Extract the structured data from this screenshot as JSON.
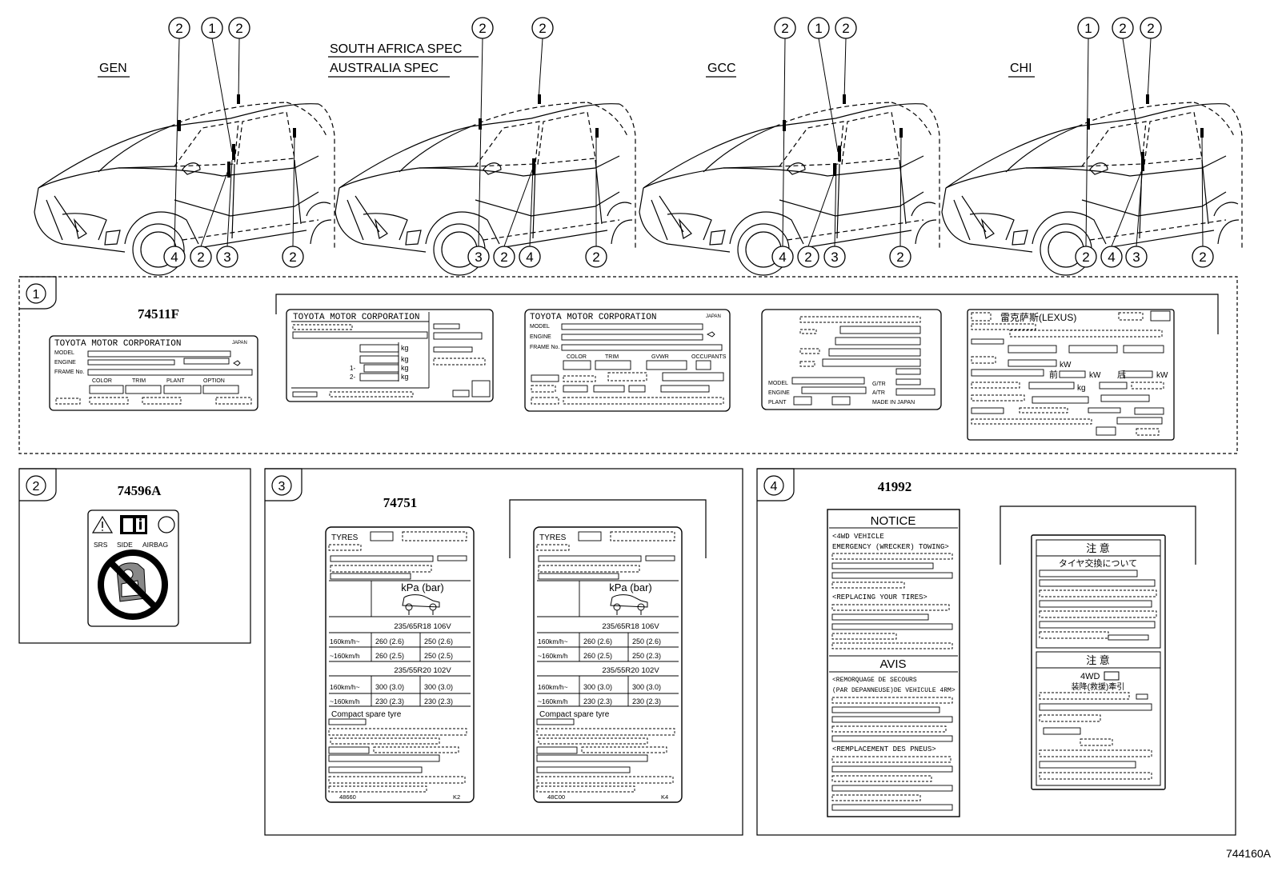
{
  "diagram_id": "744160A",
  "region_labels": {
    "gen": "GEN",
    "sa_line1": "SOUTH AFRICA SPEC",
    "sa_line2": "AUSTRALIA SPEC",
    "gcc": "GCC",
    "chi": "CHI"
  },
  "callouts": {
    "gen_top": [
      "2",
      "1",
      "2"
    ],
    "gen_bottom": [
      "4",
      "2",
      "3",
      "2"
    ],
    "sa_top": [
      "2",
      "2"
    ],
    "sa_bottom": [
      "3",
      "2",
      "4",
      "2"
    ],
    "gcc_top": [
      "2",
      "1",
      "2"
    ],
    "gcc_bottom": [
      "4",
      "2",
      "3",
      "2"
    ],
    "chi_top": [
      "1",
      "2",
      "2"
    ],
    "chi_bottom": [
      "2",
      "4",
      "3",
      "2"
    ]
  },
  "panels": {
    "p1": {
      "num": "1",
      "part": "74511F"
    },
    "p2": {
      "num": "2",
      "part": "74596A"
    },
    "p3": {
      "num": "3",
      "part": "74751"
    },
    "p4": {
      "num": "4",
      "part": "41992"
    }
  },
  "plate_gen": {
    "header": "TOYOTA MOTOR CORPORATION",
    "japan": "JAPAN",
    "model": "MODEL",
    "engine": "ENGINE",
    "frame": "FRAME No.",
    "color": "COLOR",
    "trim": "TRIM",
    "plant": "PLANT",
    "option": "OPTION"
  },
  "plate_b": {
    "header": "TOYOTA MOTOR CORPORATION",
    "kg1": "kg",
    "kg2": "kg",
    "kg3": "kg",
    "kg4": "kg",
    "k1": "1-",
    "k2": "2-"
  },
  "plate_c": {
    "header": "TOYOTA MOTOR CORPORATION",
    "japan": "JAPAN",
    "model": "MODEL",
    "engine": "ENGINE",
    "frame": "FRAME No.",
    "color": "COLOR",
    "trim": "TRIM",
    "gvwr": "GVWR",
    "occupants": "OCCUPANTS"
  },
  "plate_d": {
    "model": "MODEL",
    "engine": "ENGINE",
    "plant": "PLANT",
    "gtr": "G/TR",
    "atr": "A/TR",
    "made": "MADE IN JAPAN"
  },
  "plate_chi": {
    "header": "雷克萨斯(LEXUS)",
    "kw": "kW",
    "front": "前",
    "kw2": "kW",
    "rear": "后",
    "kw3": "kW",
    "kg": "kg"
  },
  "airbag": {
    "srs": "SRS",
    "side": "SIDE",
    "airbag": "AIRBAG"
  },
  "tyre_a": {
    "tyres": "TYRES",
    "unit": "kPa (bar)",
    "size1": "235/65R18  106V",
    "row1_label": "160km/h~",
    "row1_a": "260 (2.6)",
    "row1_b": "250 (2.6)",
    "row2_label": "~160km/h",
    "row2_a": "260 (2.5)",
    "row2_b": "250 (2.5)",
    "size2": "235/55R20  102V",
    "row3_label": "160km/h~",
    "row3_a": "300 (3.0)",
    "row3_b": "300 (3.0)",
    "row4_label": "~160km/h",
    "row4_a": "230 (2.3)",
    "row4_b": "230 (2.3)",
    "spare": "Compact  spare  tyre",
    "code": "48660",
    "suffix": "K2"
  },
  "tyre_b": {
    "tyres": "TYRES",
    "unit": "kPa (bar)",
    "size1": "235/65R18  106V",
    "row1_label": "160km/h~",
    "row1_a": "260 (2.6)",
    "row1_b": "250 (2.6)",
    "row2_label": "~160km/h",
    "row2_a": "260 (2.5)",
    "row2_b": "250 (2.3)",
    "size2": "235/55R20  102V",
    "row3_label": "160km/h~",
    "row3_a": "300 (3.0)",
    "row3_b": "300 (3.0)",
    "row4_label": "~160km/h",
    "row4_a": "230 (2.3)",
    "row4_b": "230 (2.3)",
    "spare": "Compact  spare  tyre",
    "code": "48C00",
    "suffix": "K4"
  },
  "notice": {
    "title": "NOTICE",
    "l1": "<4WD  VEHICLE",
    "l2": "EMERGENCY (WRECKER) TOWING>",
    "l3": "<REPLACING  YOUR  TIRES>",
    "avis": "AVIS",
    "l4": "<REMORQUAGE DE SECOURS",
    "l5": "(PAR DEPANNEUSE)DE VEHICULE 4RM>",
    "l6": "<REMPLACEMENT DES PNEUS>"
  },
  "jp": {
    "title1": "注 意",
    "sub1": "タイヤ交換について",
    "title2": "注 意",
    "sub2": "4WD",
    "sub3": "装降(救援)牽引"
  }
}
